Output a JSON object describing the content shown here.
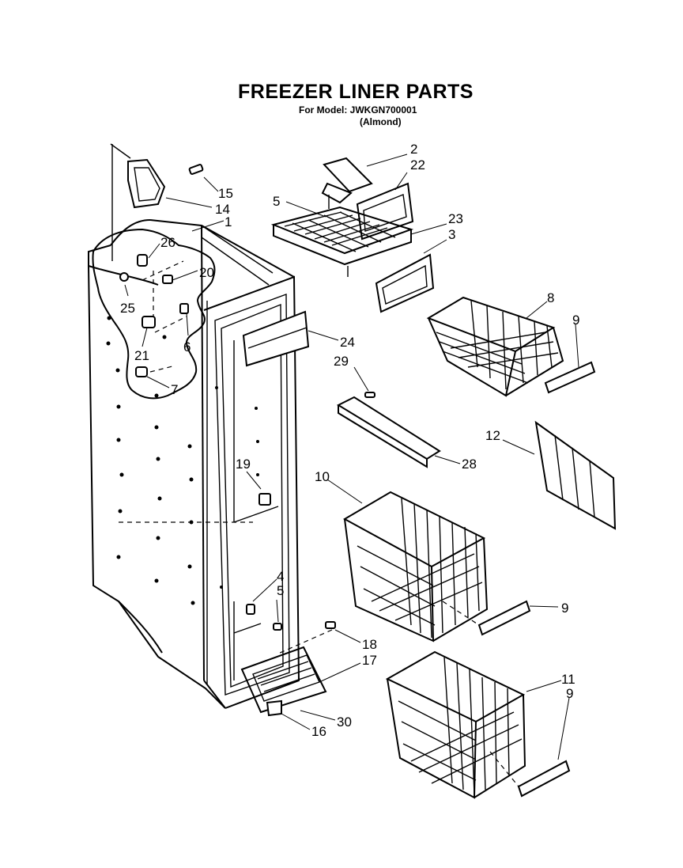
{
  "header": {
    "title": "FREEZER LINER PARTS",
    "model": "For Model: JWKGN700001",
    "finish": "(Almond)"
  },
  "callouts": [
    "1",
    "2",
    "22",
    "5",
    "23",
    "3",
    "15",
    "14",
    "26",
    "20",
    "25",
    "6",
    "21",
    "7",
    "24",
    "8",
    "9",
    "29",
    "12",
    "28",
    "19",
    "10",
    "4",
    "5",
    "9",
    "18",
    "17",
    "30",
    "16",
    "11",
    "9"
  ]
}
